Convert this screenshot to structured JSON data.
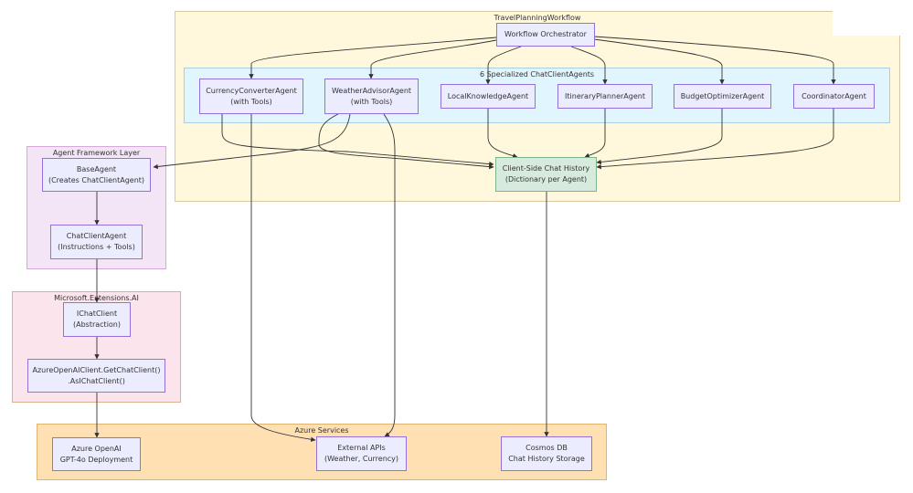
{
  "colors": {
    "workflow_bg": "#fff8dc",
    "specialized_bg": "#e1f5fe",
    "agent_framework_bg": "#f3e5f5",
    "extensions_ai_bg": "#fce4ec",
    "azure_bg": "#ffe0b2",
    "node_bg": "#ececff",
    "node_border": "#9370db",
    "history_bg": "#d7ebdc"
  },
  "groups": {
    "workflow": "TravelPlanningWorkflow",
    "specialized": "6 Specialized ChatClientAgents",
    "agent_framework": "Agent Framework Layer",
    "extensions_ai": "Microsoft.Extensions.AI",
    "azure": "Azure Services"
  },
  "nodes": {
    "orchestrator": [
      "Workflow Orchestrator"
    ],
    "currency": [
      "CurrencyConverterAgent",
      "(with Tools)"
    ],
    "weather": [
      "WeatherAdvisorAgent",
      "(with Tools)"
    ],
    "local": [
      "LocalKnowledgeAgent"
    ],
    "itinerary": [
      "ItineraryPlannerAgent"
    ],
    "budget": [
      "BudgetOptimizerAgent"
    ],
    "coordinator": [
      "CoordinatorAgent"
    ],
    "history": [
      "Client-Side Chat History",
      "(Dictionary per Agent)"
    ],
    "base_agent": [
      "BaseAgent",
      "(Creates ChatClientAgent)"
    ],
    "chat_client_agent": [
      "ChatClientAgent",
      "(Instructions + Tools)"
    ],
    "ichatclient": [
      "IChatClient",
      "(Abstraction)"
    ],
    "azure_openai_client": [
      "AzureOpenAIClient.GetChatClient()",
      ".AsIChatClient()"
    ],
    "azure_openai": [
      "Azure OpenAI",
      "GPT-4o Deployment"
    ],
    "external_apis": [
      "External APIs",
      "(Weather, Currency)"
    ],
    "cosmos": [
      "Cosmos DB",
      "Chat History Storage"
    ]
  }
}
